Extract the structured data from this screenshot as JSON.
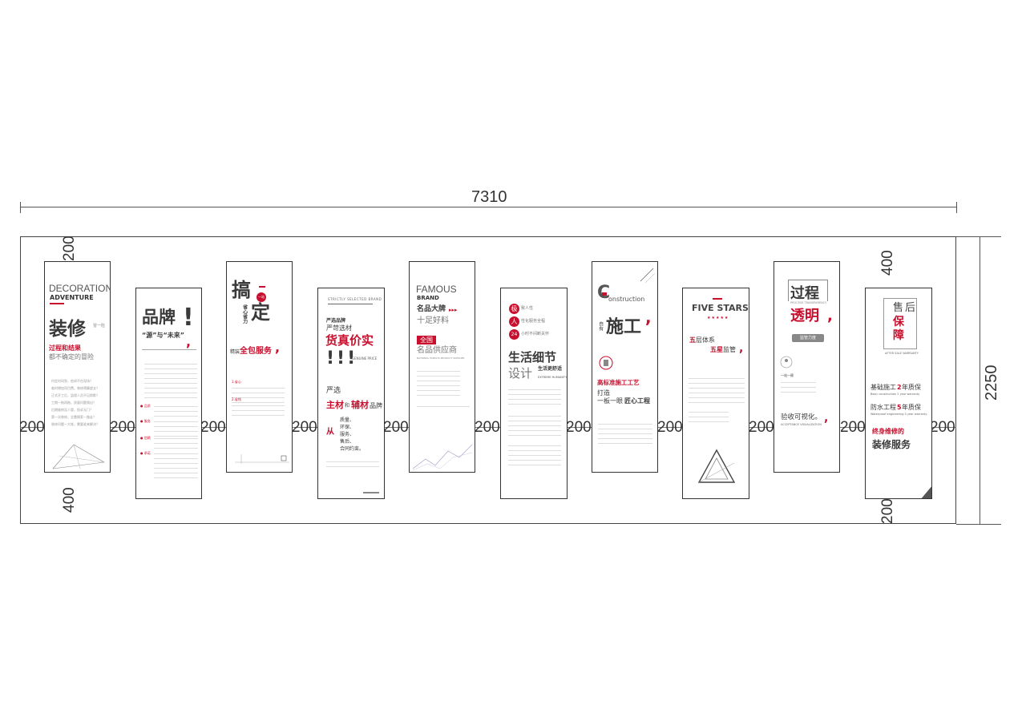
{
  "dimensions": {
    "total_width": "7310",
    "total_height": "2250",
    "top_margin": "400",
    "bottom_margin": "400",
    "top_gap": "200",
    "bottom_gap": "200",
    "spacing": "200"
  },
  "panels": {
    "p1": {
      "title1": "DECORATION",
      "title2": "ADVENTURE",
      "big": "装修",
      "side": "冒一险",
      "sub1": "过程和结果",
      "sub2": "都不确定的冒险",
      "lines": [
        "约定时间到，他却不在现场？",
        "临时增加项目费，装修预算超支？",
        "正式开工后，监理人员不见踪影？",
        "工期一拖再拖，质量问题频出？",
        "后期维修没人管，投诉无门？",
        "第一次装修，全靠摸索一路走？",
        "装修问题一大堆，需要谁来解决？"
      ]
    },
    "p2": {
      "big": "品牌",
      "mark": "!",
      "sub": "“源”与“未来”",
      "labels": [
        "● 品质",
        "● 服务",
        "● 信赖",
        "● 承诺"
      ]
    },
    "p3": {
      "big1": "搞",
      "big2": "定",
      "circle": "一站",
      "mini": "省心省力",
      "prefix": "精装",
      "main": "全包服务",
      "sec1": "1.省心",
      "sec2": "2.省钱"
    },
    "p4": {
      "top": "STRICTLY SELECTED BRAND",
      "l1": "严选品牌",
      "l2": "严苛选材",
      "big": "货真价实",
      "ex": "!!!",
      "tag": "GENUINE PRICE",
      "l3": "严选",
      "l4a": "主材",
      "l4b": "和",
      "l4c": "辅材",
      "l4d": "品牌",
      "from": "从",
      "list": [
        "质量、",
        "环保、",
        "服务、",
        "售后、",
        "合同约束。"
      ]
    },
    "p5": {
      "t1": "FAMOUS",
      "t2": "BRAND",
      "l1": "名品大牌",
      "arrows": "▸▸▸",
      "l2": "十足好料",
      "tag": "全国",
      "l3": "名品供应商",
      "l4": "NATIONAL FAMOUS PRODUCT SUPPLIER"
    },
    "p6": {
      "c1": "极",
      "c2": "人",
      "c3": "24",
      "r1": "致人性",
      "r2": "性化服务全程",
      "r3": "小时不间断关怀",
      "big": "生活细节",
      "big2": "设计",
      "side1": "生活更舒适",
      "side2": "EXTREME HUMANITY"
    },
    "p7": {
      "c": "C",
      "onstruction": "onstruction",
      "pre": "自有",
      "big": "施工",
      "l1": "高标准施工工艺",
      "l2": "打造",
      "l3": "一板一眼",
      "l4": "匠心工程"
    },
    "p8": {
      "title": "FIVE STARS",
      "stars": "★★★★★",
      "l1": "五层体系",
      "l2": "五星监管",
      "red1": "五",
      "red2": "五星"
    },
    "p9": {
      "big1": "过程",
      "big2": "透明",
      "tag": "PROCESS TRANSPARENCY",
      "pill": "监管力度",
      "sub": "一站一顾",
      "l1": "验收可视化。",
      "l2": "ACCEPTANCE VISUALIZATION"
    },
    "p10": {
      "a": "售",
      "b": "后",
      "c": "保",
      "d": "障",
      "tag": "AFTER SALE WARRANTY",
      "l1a": "基础施工",
      "l1b": "2",
      "l1c": "年质保",
      "l1s": "Basic construction 2 year warranty",
      "l2a": "防水工程",
      "l2b": "5",
      "l2c": "年质保",
      "l2s": "Waterproof engineering 5 year warranty",
      "r1": "终身维修的",
      "r2": "装修服务"
    }
  },
  "colors": {
    "accent": "#c8102e",
    "text": "#333333",
    "line": "#555555"
  }
}
